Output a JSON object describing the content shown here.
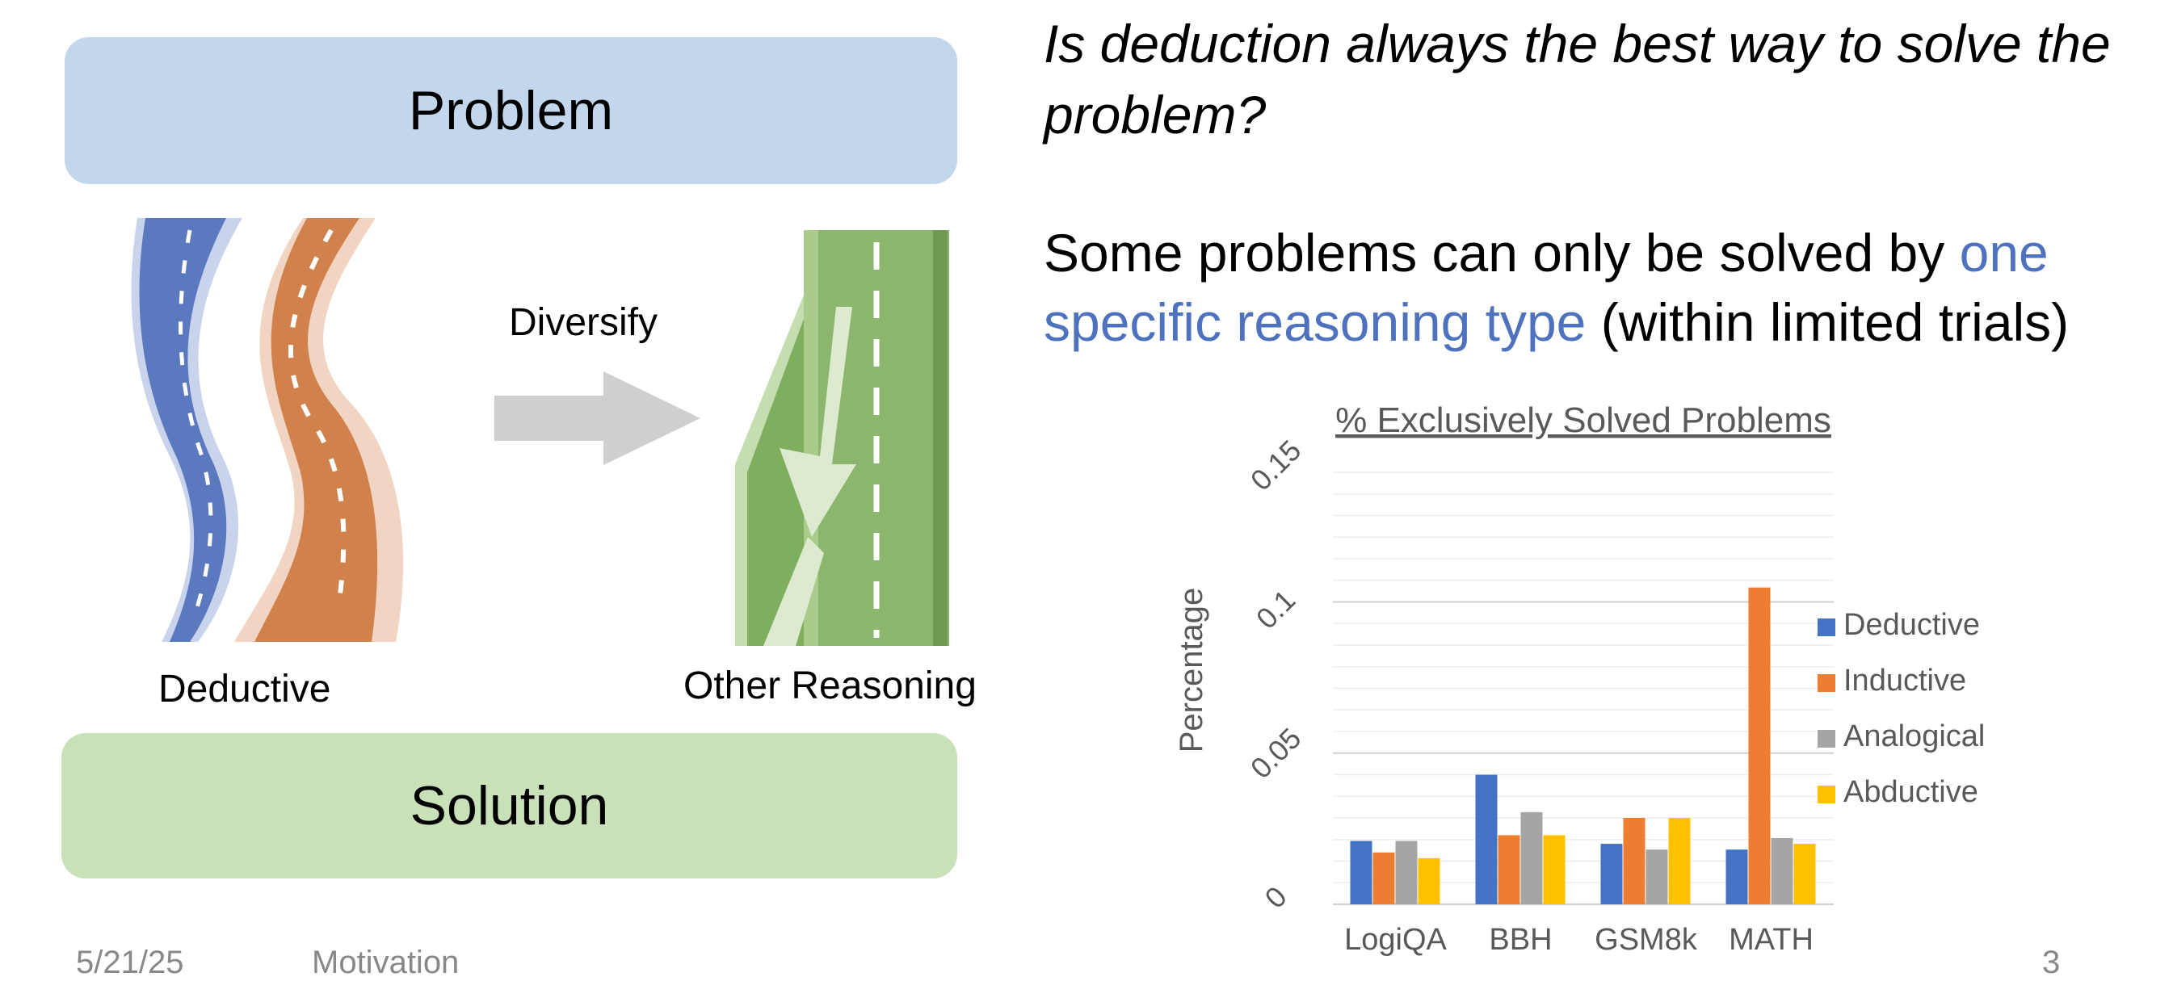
{
  "left": {
    "problem_label": "Problem",
    "solution_label": "Solution",
    "deductive_label": "Deductive",
    "diversify_label": "Diversify",
    "other_label": "Other Reasoning"
  },
  "right": {
    "question": "Is deduction always the best way to solve the problem?",
    "claim_prefix": "Some problems can only be solved by ",
    "claim_highlight": "one specific reasoning type",
    "claim_suffix": " (within limited trials)"
  },
  "footer": {
    "date": "5/21/25",
    "section": "Motivation",
    "page": "3"
  },
  "colors": {
    "deductive": "#4472c4",
    "inductive": "#ed7d31",
    "analogical": "#a5a5a5",
    "abductive": "#ffc000",
    "highlight": "#4f72be"
  },
  "chart_data": {
    "type": "bar",
    "title": "% Exclusively Solved Problems",
    "ylabel": "Percentage",
    "xlabel": "",
    "categories": [
      "LogiQA",
      "BBH",
      "GSM8k",
      "MATH"
    ],
    "yticks": [
      "0",
      "0.05",
      "0.1",
      "0.15"
    ],
    "ylim": [
      0,
      0.15
    ],
    "grid": true,
    "legend_position": "right",
    "series": [
      {
        "name": "Deductive",
        "color": "#4472c4",
        "values": [
          0.022,
          0.045,
          0.021,
          0.019
        ]
      },
      {
        "name": "Inductive",
        "color": "#ed7d31",
        "values": [
          0.018,
          0.024,
          0.03,
          0.11
        ]
      },
      {
        "name": "Analogical",
        "color": "#a5a5a5",
        "values": [
          0.022,
          0.032,
          0.019,
          0.023
        ]
      },
      {
        "name": "Abductive",
        "color": "#ffc000",
        "values": [
          0.016,
          0.024,
          0.03,
          0.021
        ]
      }
    ]
  }
}
